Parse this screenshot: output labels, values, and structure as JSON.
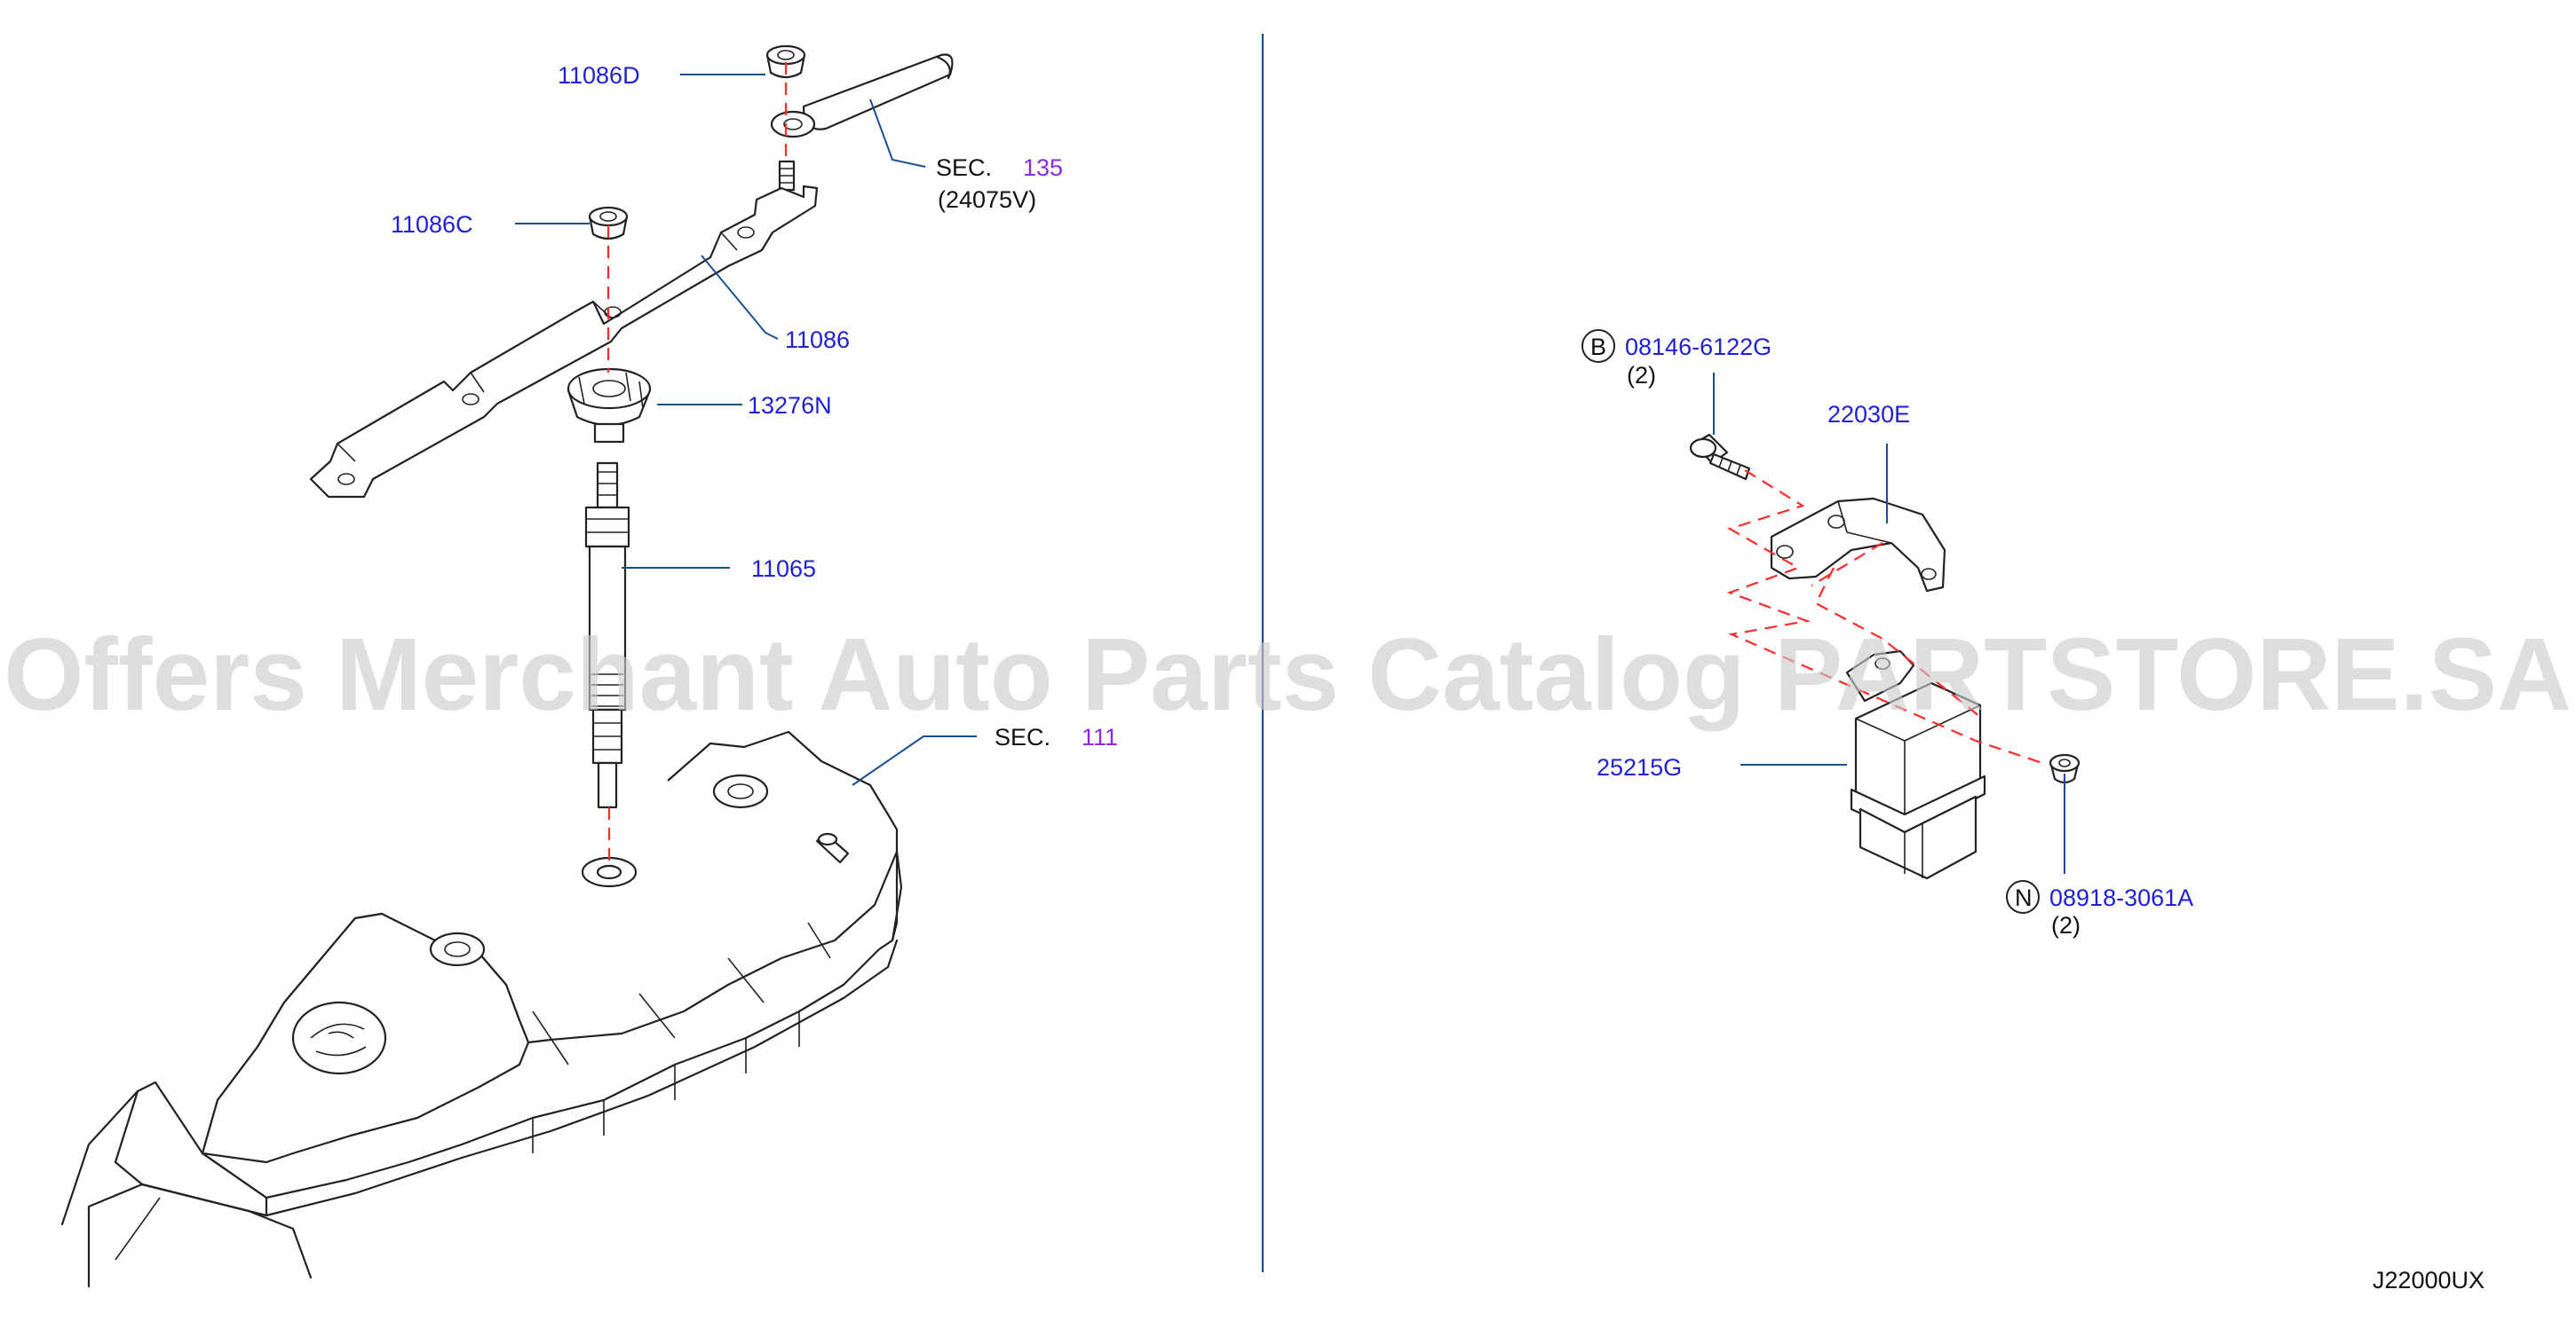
{
  "left_panel": {
    "labels": {
      "nut_top": "11086D",
      "nut_mid": "11086C",
      "bus_bar": "11086",
      "nut_plug": "13276N",
      "glow_plug": "11065",
      "sec_cable": "SEC.",
      "sec_cable_num": "135",
      "sec_cable_part": "(24075V)",
      "sec_head": "SEC.",
      "sec_head_num": "111"
    }
  },
  "right_panel": {
    "labels": {
      "bolt_mark": "B",
      "bolt": "08146-6122G",
      "bolt_qty": "(2)",
      "bracket": "22030E",
      "relay": "25215G",
      "nut_mark": "N",
      "nut": "08918-3061A",
      "nut_qty": "(2)"
    }
  },
  "watermark": "Offers Merchant Auto Parts Catalog PARTSTORE.SA",
  "diagram_code": "J22000UX",
  "colors": {
    "part_number": "#1f1fd6",
    "section_number": "#8a2be2",
    "leader_line": "#1a4f8f",
    "center_line": "#ff2a2a",
    "drawing": "#222222"
  }
}
